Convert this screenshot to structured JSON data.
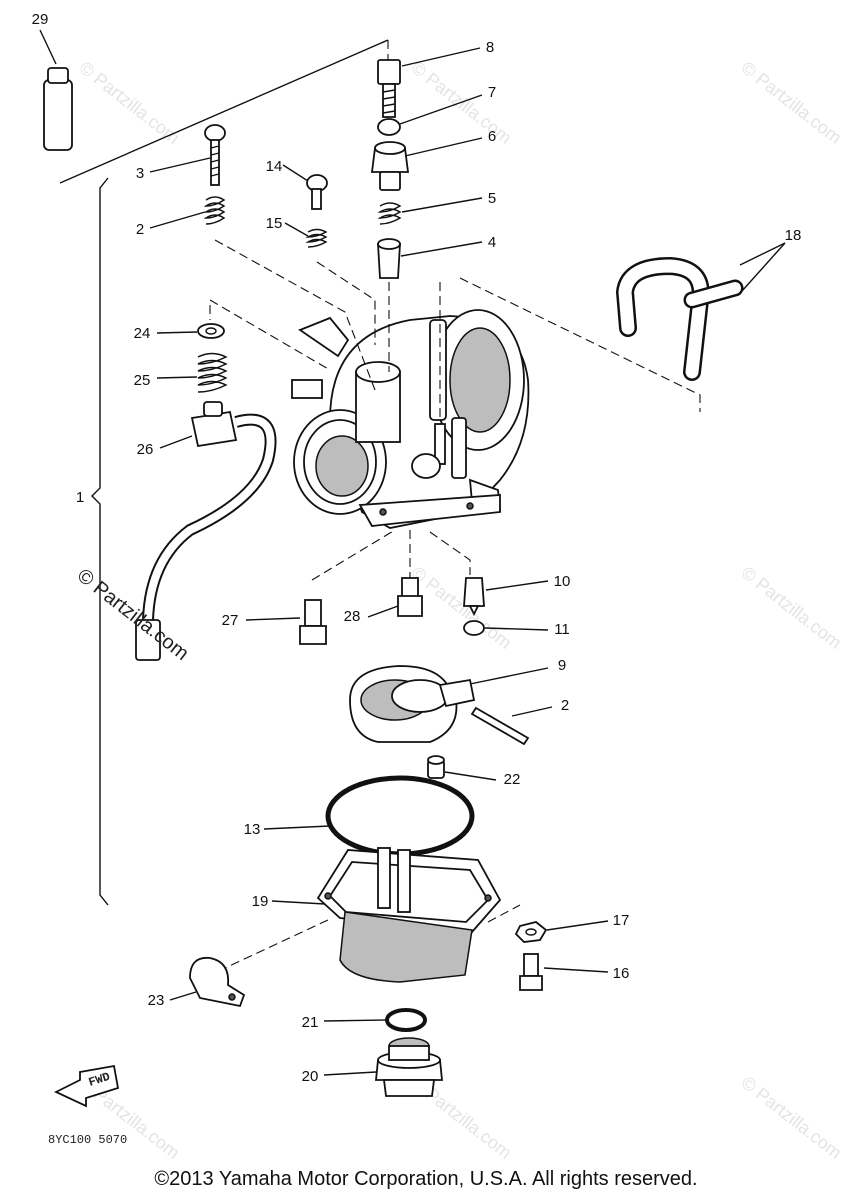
{
  "diagram": {
    "parts": [
      {
        "key": "p29",
        "label": "29"
      },
      {
        "key": "p8",
        "label": "8"
      },
      {
        "key": "p7",
        "label": "7"
      },
      {
        "key": "p6",
        "label": "6"
      },
      {
        "key": "p3",
        "label": "3"
      },
      {
        "key": "p14",
        "label": "14"
      },
      {
        "key": "p5",
        "label": "5"
      },
      {
        "key": "p2a",
        "label": "2"
      },
      {
        "key": "p15",
        "label": "15"
      },
      {
        "key": "p4",
        "label": "4"
      },
      {
        "key": "p18",
        "label": "18"
      },
      {
        "key": "p24",
        "label": "24"
      },
      {
        "key": "p25",
        "label": "25"
      },
      {
        "key": "p26",
        "label": "26"
      },
      {
        "key": "p1",
        "label": "1"
      },
      {
        "key": "p10",
        "label": "10"
      },
      {
        "key": "p27",
        "label": "27"
      },
      {
        "key": "p28",
        "label": "28"
      },
      {
        "key": "p11",
        "label": "11"
      },
      {
        "key": "p9",
        "label": "9"
      },
      {
        "key": "p2b",
        "label": "2"
      },
      {
        "key": "p22",
        "label": "22"
      },
      {
        "key": "p13",
        "label": "13"
      },
      {
        "key": "p19",
        "label": "19"
      },
      {
        "key": "p17",
        "label": "17"
      },
      {
        "key": "p16",
        "label": "16"
      },
      {
        "key": "p23",
        "label": "23"
      },
      {
        "key": "p21",
        "label": "21"
      },
      {
        "key": "p20",
        "label": "20"
      }
    ],
    "fwd_label": "FWD",
    "diagram_code": "8YC100 5070",
    "watermark_main": "© Partzilla.com",
    "watermark_faint": "© Partzilla.com"
  },
  "footer": {
    "copyright": "©2013 Yamaha Motor Corporation, U.S.A. All rights reserved."
  }
}
